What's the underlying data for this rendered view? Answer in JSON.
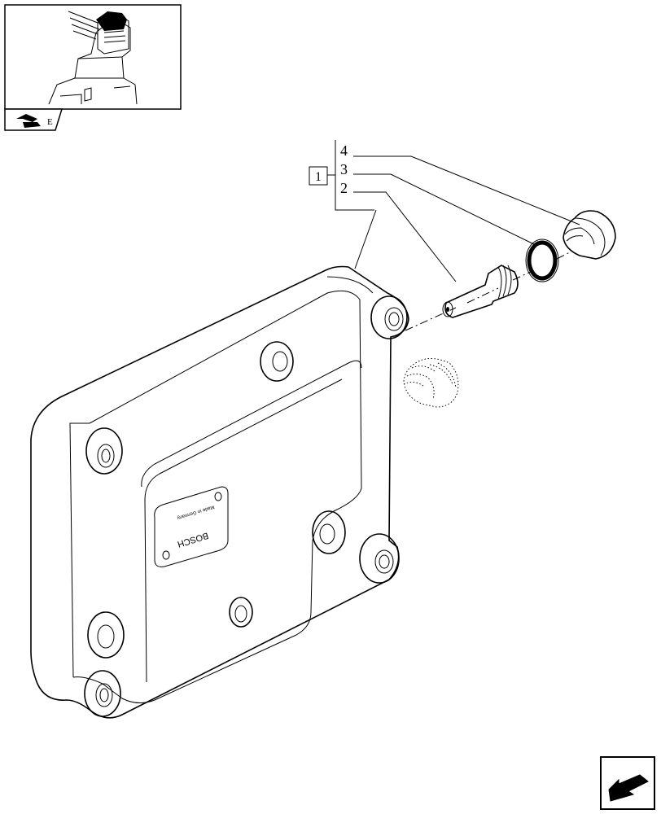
{
  "callouts": {
    "group_ref": "1",
    "items": [
      "4",
      "3",
      "2"
    ]
  },
  "part": {
    "brand_stamp": "BOSCH",
    "origin_stamp": "Made in Germany"
  },
  "thumbnail": {
    "badge_letter": "E"
  },
  "icons": {
    "thumbnail_badge": "part-location-icon",
    "nav": "next-page-arrow-icon"
  }
}
